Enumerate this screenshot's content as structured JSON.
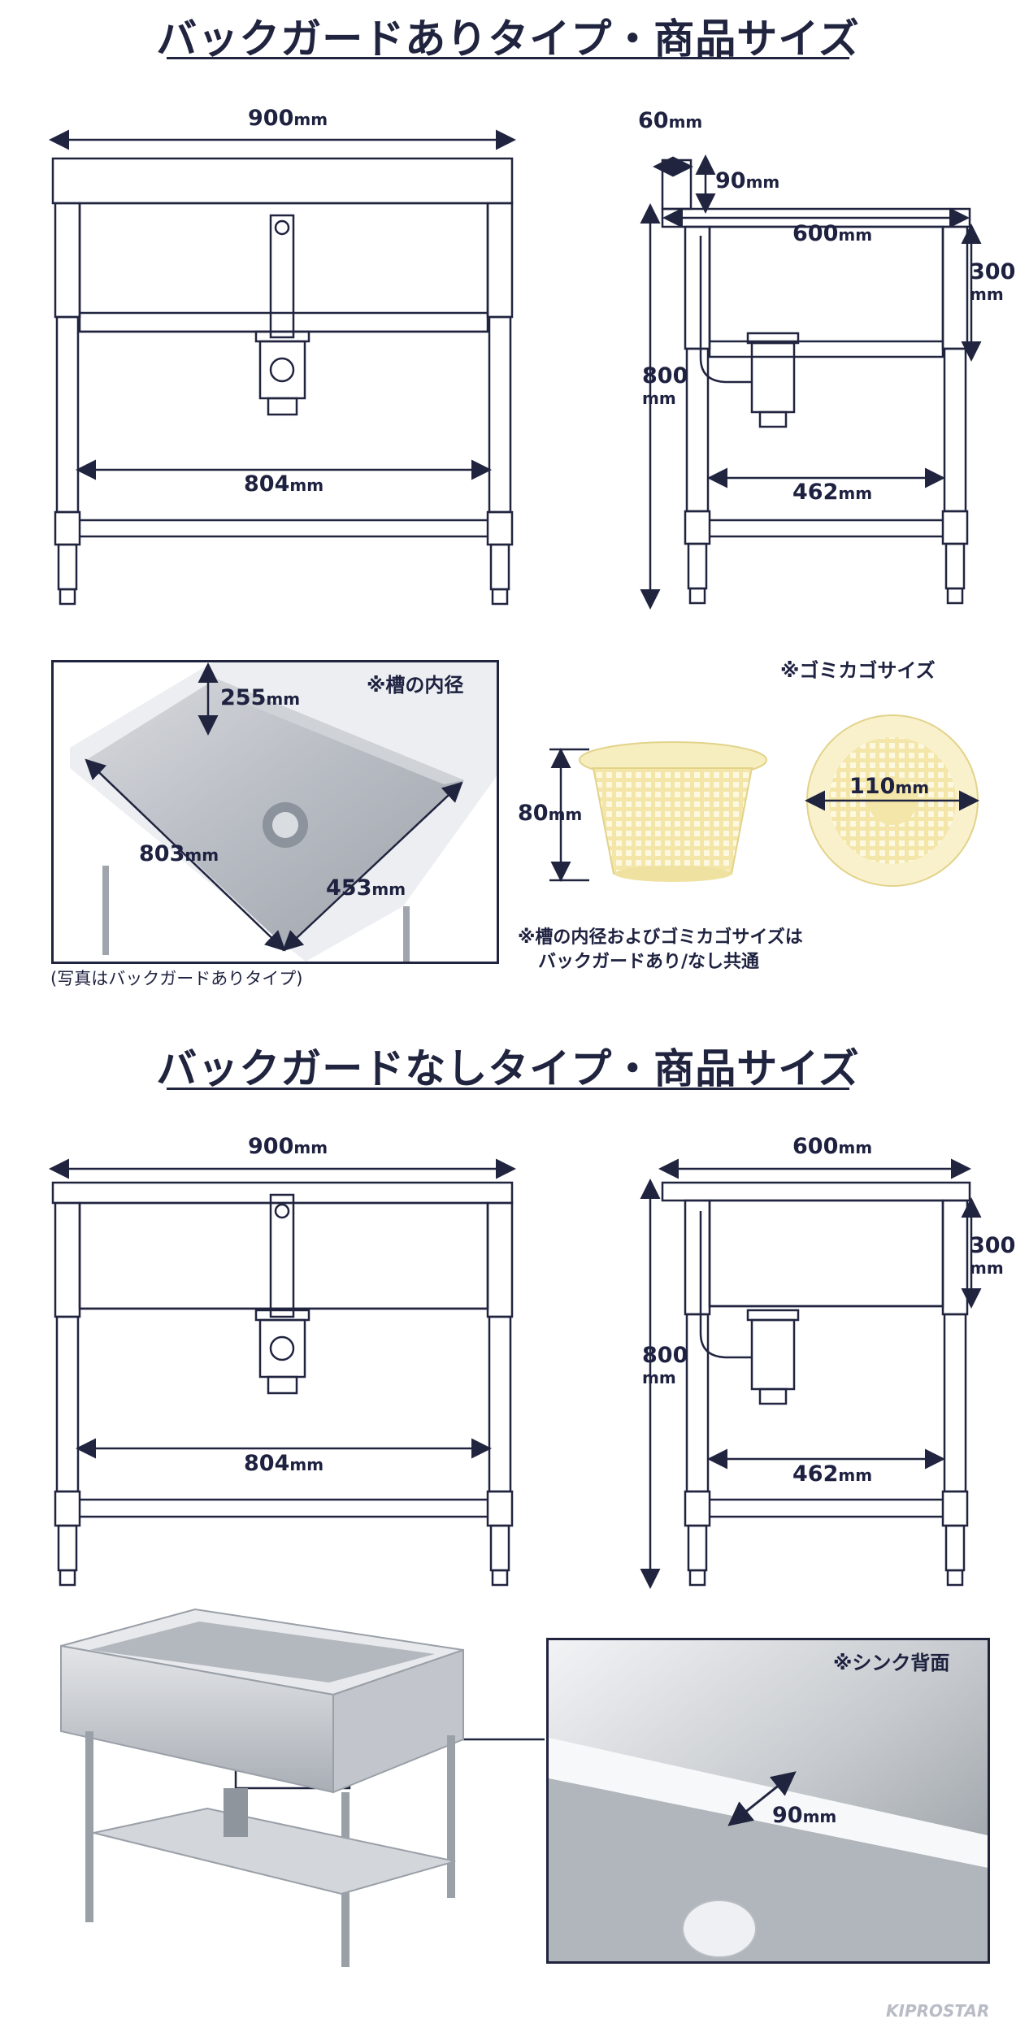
{
  "section1": {
    "title": "バックガードありタイプ・商品サイズ",
    "front": {
      "width": "900",
      "inner": "804"
    },
    "side": {
      "back_width": "60",
      "back_height": "90",
      "depth": "600",
      "sink_depth": "300",
      "height": "800",
      "shelf": "462"
    }
  },
  "unit": "mm",
  "basin": {
    "label": "※槽の内径",
    "depth": "255",
    "length": "803",
    "width": "453",
    "caption": "(写真はバックガードありタイプ)"
  },
  "basket": {
    "label": "※ゴミカゴサイズ",
    "height": "80",
    "diameter": "110",
    "note_line1": "※槽の内径およびゴミカゴサイズは",
    "note_line2": "バックガードあり/なし共通"
  },
  "section2": {
    "title": "バックガードなしタイプ・商品サイズ",
    "front": {
      "width": "900",
      "inner": "804"
    },
    "side": {
      "depth": "600",
      "sink_depth": "300",
      "height": "800",
      "shelf": "462"
    }
  },
  "rear": {
    "label": "※シンク背面",
    "dim": "90"
  },
  "logo": "KIPROSTAR"
}
